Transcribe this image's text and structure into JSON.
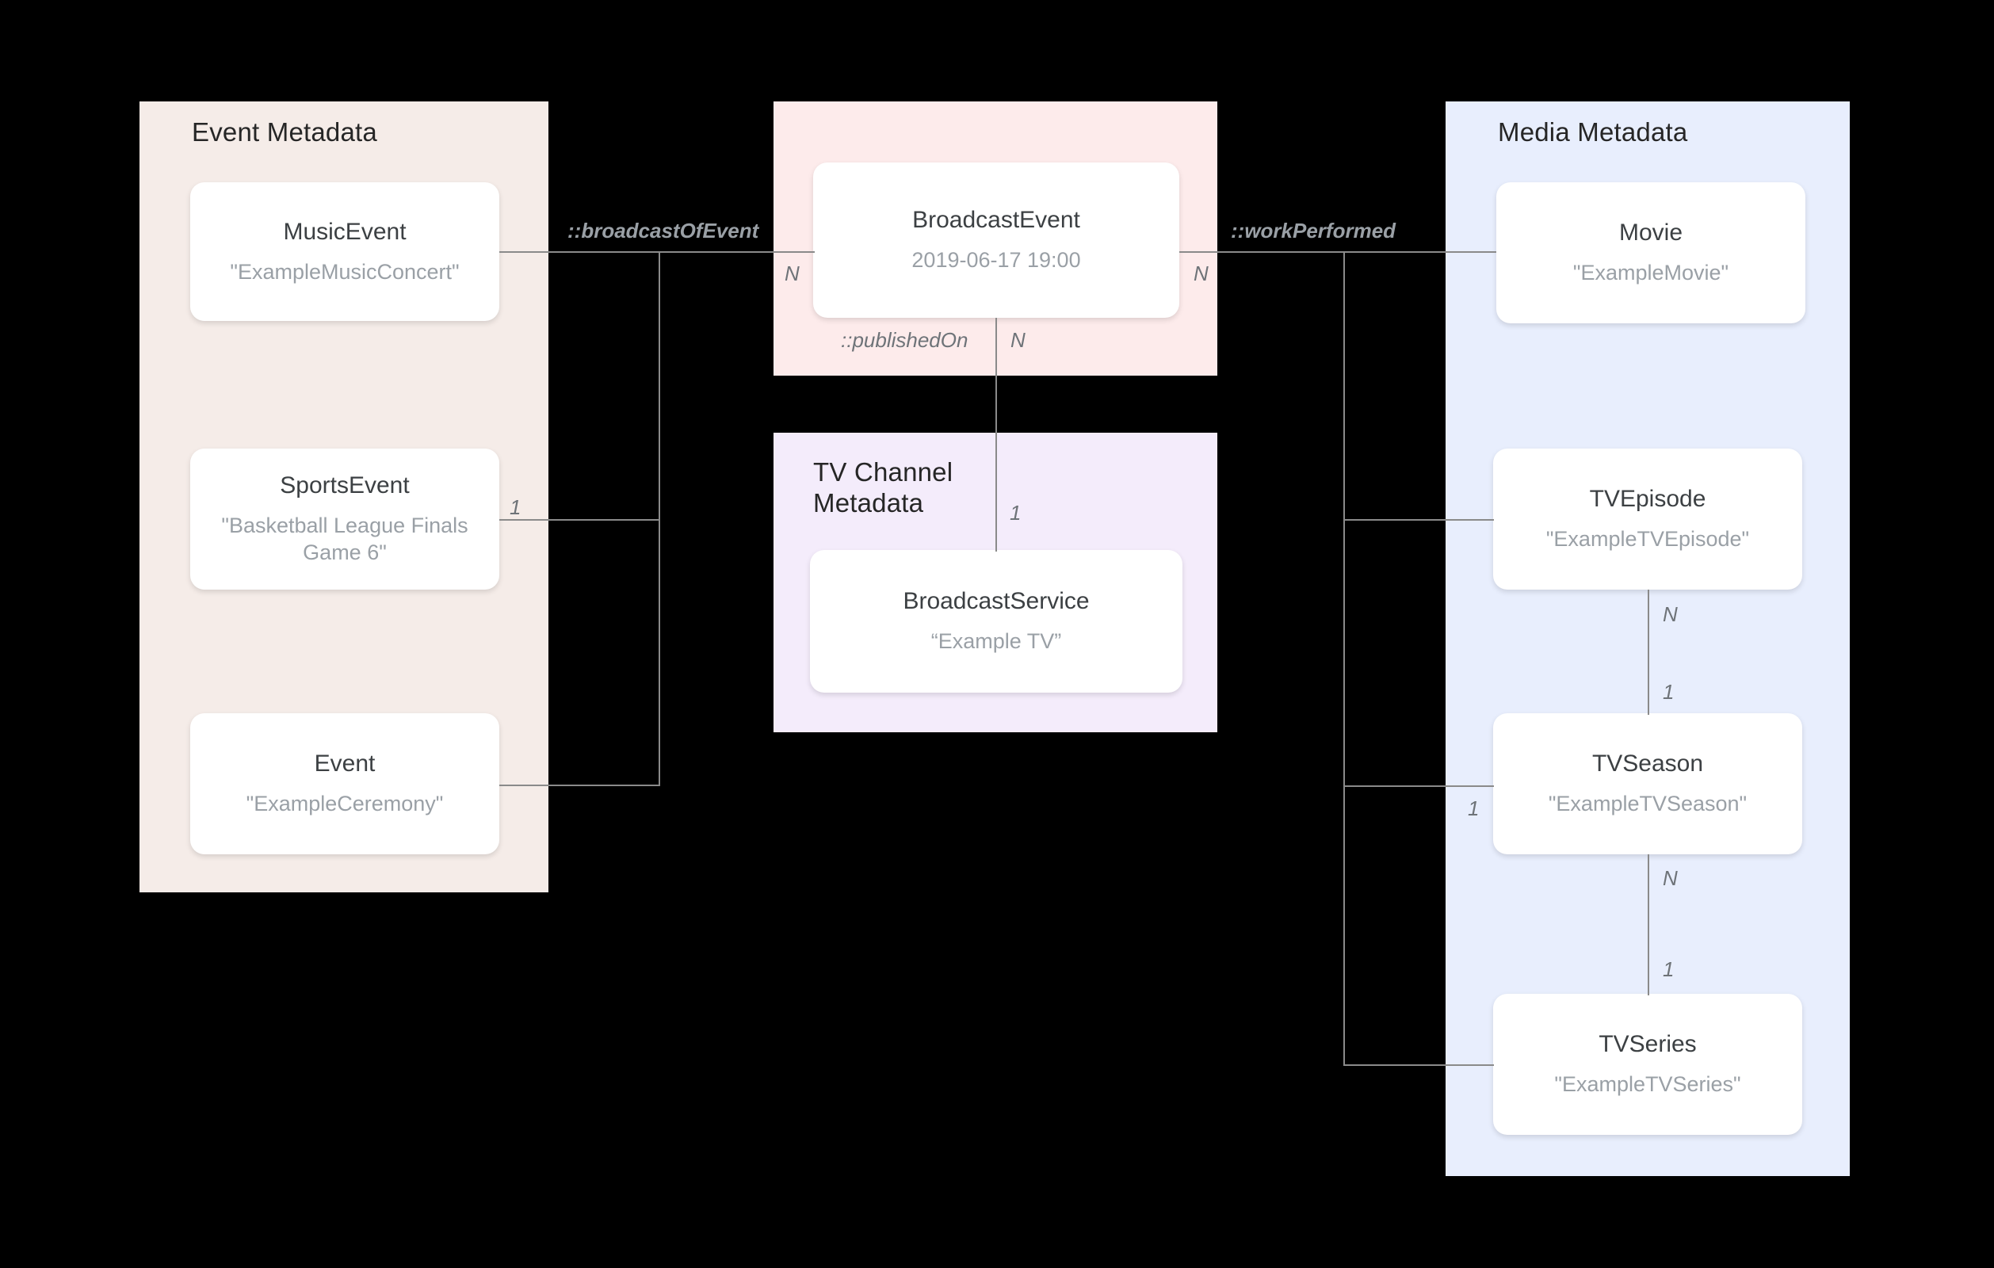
{
  "diagram": {
    "title": "Broadcast Event Metadata Relationship Diagram",
    "colors": {
      "background": "#000000",
      "event_panel": "#F5ECE8",
      "broadcast_panel": "#FDEBEB",
      "tvchannel_panel": "#F4ECFB",
      "media_panel": "#E8EEFD",
      "card": "#FFFFFF",
      "connector": "#8A8A8A",
      "title_text": "#262626",
      "card_title_text": "#3C4043",
      "card_value_text": "#9AA0A6",
      "label_text": "#6E7378"
    }
  },
  "groups": {
    "event": {
      "title": "Event Metadata"
    },
    "broadcast": {
      "title": ""
    },
    "tvchannel": {
      "title": "TV Channel\nMetadata"
    },
    "media": {
      "title": "Media Metadata"
    }
  },
  "entities": {
    "music_event": {
      "type": "MusicEvent",
      "value": "\"ExampleMusicConcert\""
    },
    "sports_event": {
      "type": "SportsEvent",
      "value": "\"Basketball League Finals Game 6\""
    },
    "event": {
      "type": "Event",
      "value": "\"ExampleCeremony\""
    },
    "broadcast_event": {
      "type": "BroadcastEvent",
      "value": "2019-06-17 19:00"
    },
    "broadcast_service": {
      "type": "BroadcastService",
      "value": "“Example TV”"
    },
    "movie": {
      "type": "Movie",
      "value": "\"ExampleMovie\""
    },
    "tv_episode": {
      "type": "TVEpisode",
      "value": "\"ExampleTVEpisode\""
    },
    "tv_season": {
      "type": "TVSeason",
      "value": "\"ExampleTVSeason\""
    },
    "tv_series": {
      "type": "TVSeries",
      "value": "\"ExampleTVSeries\""
    }
  },
  "relations": {
    "broadcast_of_event": {
      "name": "::broadcastOfEvent"
    },
    "work_performed": {
      "name": "::workPerformed"
    },
    "published_on": {
      "name": "::publishedOn"
    }
  },
  "cardinalities": {
    "sports_event_to_broadcast": "1",
    "broadcast_event_left": "N",
    "broadcast_event_right": "N",
    "broadcast_event_bottom": "N",
    "broadcast_service_top": "1",
    "tv_episode_to_season_n": "N",
    "tv_episode_to_season_1": "1",
    "tv_season_left": "1",
    "tv_season_to_series_n": "N",
    "tv_season_to_series_1": "1"
  }
}
